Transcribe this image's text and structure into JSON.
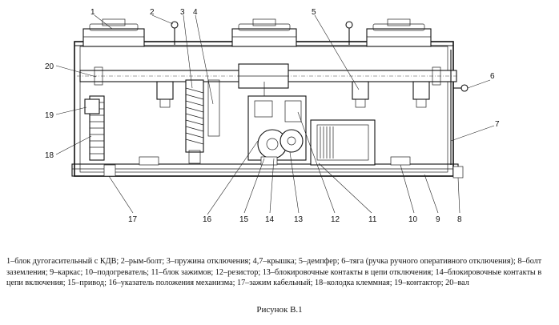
{
  "callouts": [
    {
      "id": "c1",
      "num": "1"
    },
    {
      "id": "c2",
      "num": "2"
    },
    {
      "id": "c3",
      "num": "3"
    },
    {
      "id": "c4",
      "num": "4"
    },
    {
      "id": "c5",
      "num": "5"
    },
    {
      "id": "c6",
      "num": "6"
    },
    {
      "id": "c7",
      "num": "7"
    },
    {
      "id": "c8",
      "num": "8"
    },
    {
      "id": "c9",
      "num": "9"
    },
    {
      "id": "c10",
      "num": "10"
    },
    {
      "id": "c11",
      "num": "11"
    },
    {
      "id": "c12",
      "num": "12"
    },
    {
      "id": "c13",
      "num": "13"
    },
    {
      "id": "c14",
      "num": "14"
    },
    {
      "id": "c15",
      "num": "15"
    },
    {
      "id": "c16",
      "num": "16"
    },
    {
      "id": "c17",
      "num": "17"
    },
    {
      "id": "c18",
      "num": "18"
    },
    {
      "id": "c19",
      "num": "19"
    },
    {
      "id": "c20",
      "num": "20"
    }
  ],
  "legend_text": "1–блок дугогасительный с КДВ; 2–рым-болт; 3–пружина отключения; 4,7–крышка; 5–демпфер; 6–тяга (ручка ручного оперативного отключения); 8–болт заземления; 9–каркас; 10–подогреватель; 11–блок зажимов; 12–резистор; 13–блокировочные контакты в цепи отключения; 14–блокировочные контакты в цепи включения; 15–привод; 16–указатель положения механизма; 17–зажим кабельный; 18–колодка клеммная; 19–контактор; 20–вал",
  "figure_caption": "Рисунок В.1"
}
